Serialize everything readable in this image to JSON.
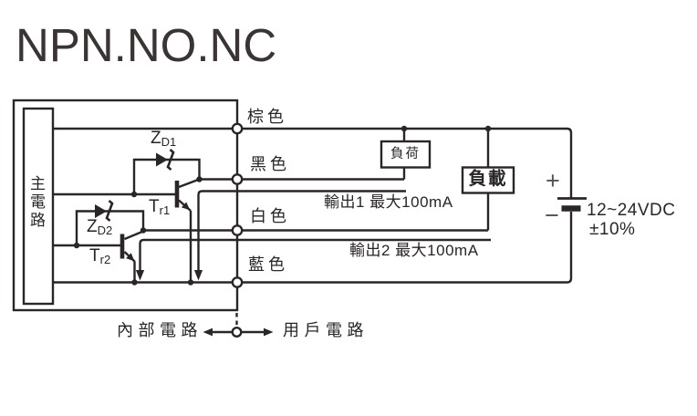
{
  "title": "NPN.NO.NC",
  "colors": {
    "ink": "#2a2526",
    "battery_sign": "#575152",
    "background": "#ffffff"
  },
  "circuit": {
    "main_box_label": "主電路",
    "wires": {
      "brown": {
        "label": "棕色"
      },
      "black": {
        "label": "黑色"
      },
      "white": {
        "label": "白色"
      },
      "blue": {
        "label": "藍色"
      }
    },
    "components": {
      "zd1": {
        "main": "Z",
        "sub": "D1"
      },
      "zd2": {
        "main": "Z",
        "sub": "D2"
      },
      "tr1": {
        "main": "T",
        "sub": "r1"
      },
      "tr2": {
        "main": "T",
        "sub": "r2"
      }
    },
    "loads": {
      "load1": "負荷",
      "load2": "負載"
    },
    "outputs": {
      "output1": "輸出1 最大100mA",
      "output2": "輸出2 最大100mA"
    },
    "power": {
      "plus": "+",
      "minus": "−",
      "voltage": "12~24VDC",
      "tolerance": "±10%"
    },
    "footer": {
      "internal": "內部電路",
      "external": "用戶電路"
    }
  }
}
